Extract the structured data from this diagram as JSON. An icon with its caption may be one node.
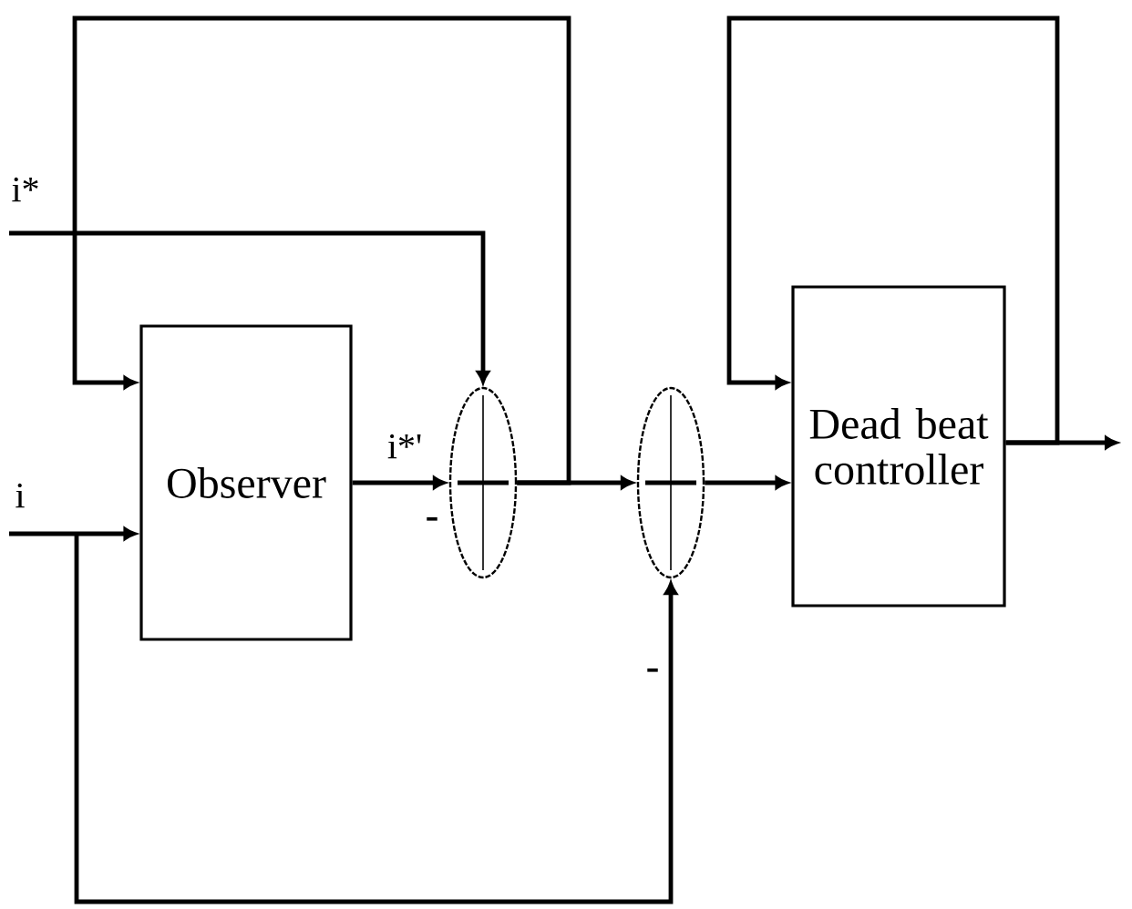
{
  "diagram": {
    "nodes": [
      {
        "text": [
          "Observer"
        ]
      },
      {
        "text": [],
        "shape": "circle"
      },
      {
        "text": [],
        "shape": "circle"
      },
      {
        "text": [
          "Dead beat controller"
        ]
      }
    ],
    "edges": [
      {
        "from": null,
        "to": 1,
        "arrow": "to",
        "label": "i*"
      },
      {
        "from": null,
        "to": 0,
        "arrow": "to",
        "label": "i"
      },
      {
        "from": 0,
        "to": 1,
        "arrow": "to",
        "label": "i*'"
      },
      {
        "from": 1,
        "to": 2,
        "arrow": "to"
      },
      {
        "from": 1,
        "to": 0,
        "arrow": "to"
      },
      {
        "from": 2,
        "to": 3,
        "arrow": "to"
      },
      {
        "from": 3,
        "to": null,
        "arrow": "to"
      },
      {
        "from": 3,
        "to": 3,
        "arrow": "to"
      },
      {
        "from": null,
        "to": 2,
        "arrow": "to"
      }
    ],
    "labels": [
      "-",
      "-"
    ]
  }
}
